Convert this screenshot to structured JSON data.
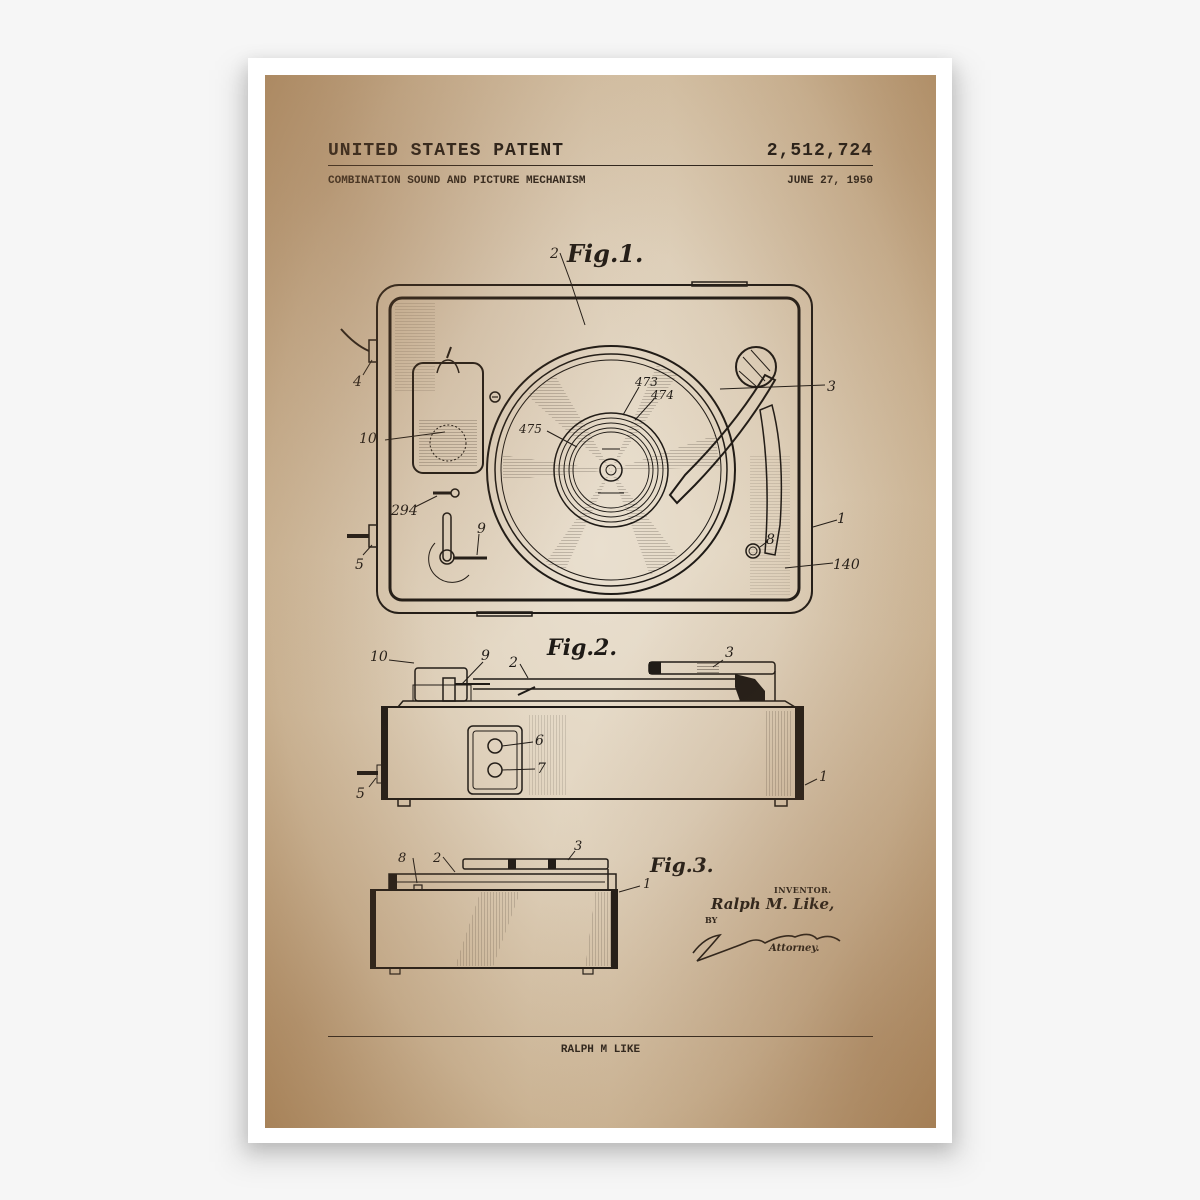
{
  "poster": {
    "header": {
      "title": "UNITED STATES PATENT",
      "patent_number": "2,512,724",
      "subtitle": "COMBINATION SOUND AND PICTURE MECHANISM",
      "date": "JUNE 27, 1950"
    },
    "figures": [
      {
        "title": "Fig.1.",
        "labels": [
          "2",
          "3",
          "4",
          "10",
          "475",
          "473",
          "474",
          "294",
          "9",
          "5",
          "1",
          "8",
          "140"
        ]
      },
      {
        "title": "Fig.2.",
        "labels": [
          "10",
          "9",
          "2",
          "3",
          "6",
          "7",
          "1",
          "5"
        ]
      },
      {
        "title": "Fig.3.",
        "labels": [
          "8",
          "2",
          "3",
          "1"
        ]
      }
    ],
    "signature_block": {
      "inventor_caption": "INVENTOR.",
      "inventor_name": "Ralph M. Like,",
      "by": "BY",
      "attorney_caption": "Attorney."
    },
    "footer": {
      "name": "RALPH M LIKE"
    },
    "colors": {
      "paper_light": "#e9dfcf",
      "paper_edge": "#ad8a60",
      "ink": "#1e1a16",
      "frame": "#ffffff",
      "background": "#f6f6f6"
    }
  }
}
